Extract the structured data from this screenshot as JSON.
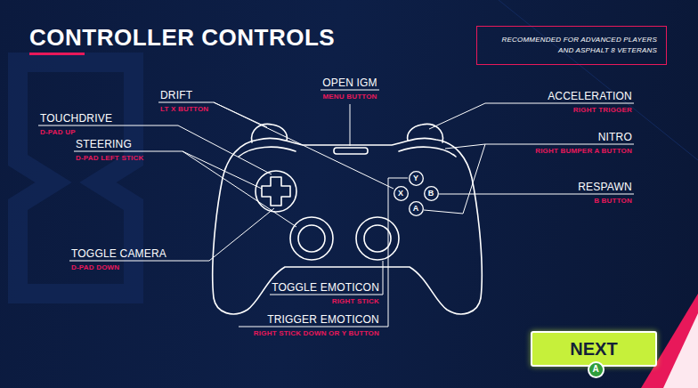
{
  "diagram": {
    "title": "CONTROLLER CONTROLS",
    "nodes": [
      {
        "text": [
          "RECOMMENDED FOR ADVANCED PLAYERS AND ASPHALT 8 VETERANS"
        ]
      },
      {
        "text": [
          "Y"
        ]
      },
      {
        "text": [
          "X"
        ]
      },
      {
        "text": [
          "B"
        ]
      },
      {
        "text": [
          "A"
        ]
      },
      {
        "text": [
          "NEXT"
        ]
      },
      {
        "text": [
          "A"
        ],
        "in": 5
      }
    ],
    "labels": [
      "TOUCHDRIVE",
      "D-PAD UP",
      "DRIFT",
      "LT X BUTTON",
      "STEERING",
      "D-PAD LEFT STICK",
      "OPEN IGM",
      "MENU BUTTON",
      "ACCELERATION",
      "RIGHT TRIGGER",
      "NITRO",
      "RIGHT BUMPER A BUTTON",
      "RESPAWN",
      "B BUTTON",
      "TOGGLE CAMERA",
      "D-PAD DOWN",
      "TOGGLE EMOTICON",
      "RIGHT STICK",
      "TRIGGER EMOTICON",
      "RIGHT STICK DOWN OR Y BUTTON"
    ]
  }
}
